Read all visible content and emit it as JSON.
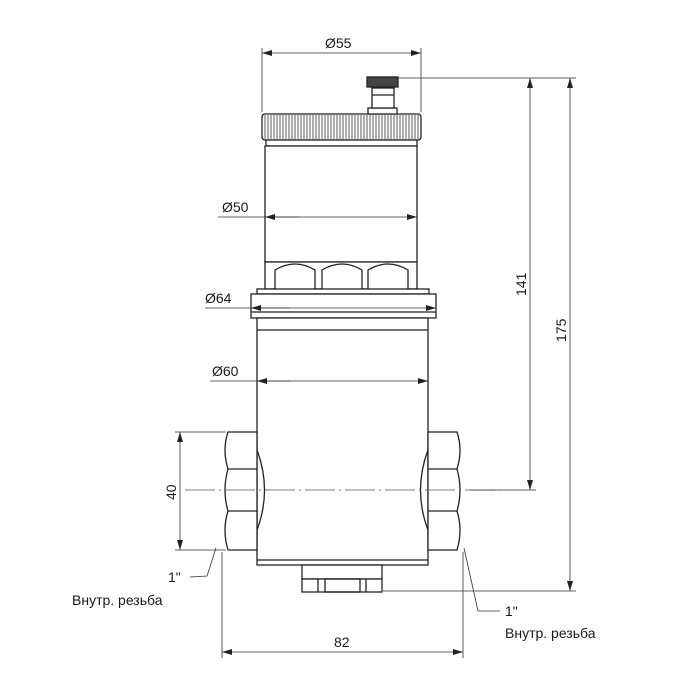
{
  "dimensions": {
    "cap_diameter": "Ø55",
    "cylinder_diameter": "Ø50",
    "flange_diameter": "Ø64",
    "body_diameter": "Ø60",
    "port_height": "40",
    "overall_width": "82",
    "height_to_axis": "141",
    "overall_height": "175"
  },
  "callouts": {
    "left_thread_size": "1\"",
    "left_thread_type": "Внутр. резьба",
    "right_thread_size": "1\"",
    "right_thread_type": "Внутр. резьба"
  },
  "colors": {
    "line": "#222222",
    "background": "#ffffff"
  }
}
